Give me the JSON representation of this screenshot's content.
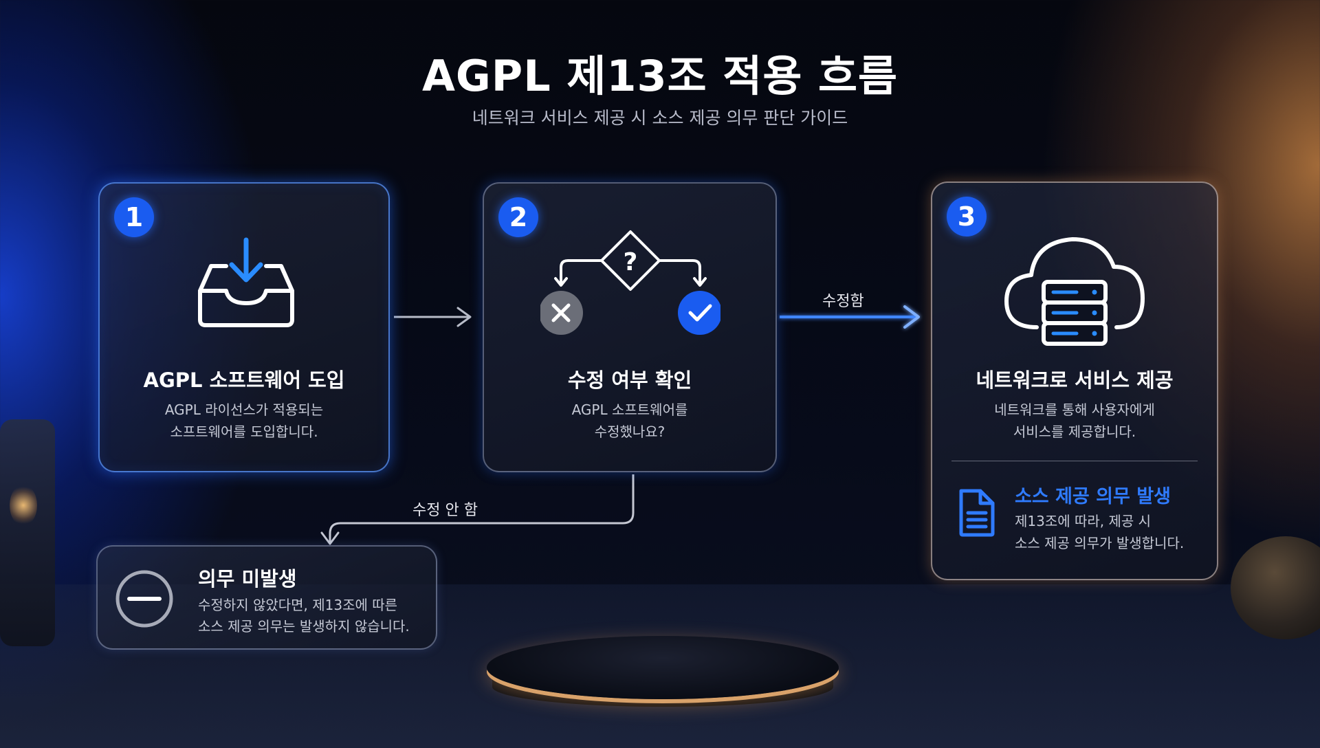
{
  "title": "AGPL 제13조 적용 흐름",
  "subtitle": "네트워크 서비스 제공 시 소스 제공 의무 판단 가이드",
  "steps": [
    {
      "number": "1",
      "icon": "inbox-download-icon",
      "title": "AGPL 소프트웨어 도입",
      "desc": [
        "AGPL 라이선스가 적용되는",
        "소프트웨어를 도입합니다."
      ]
    },
    {
      "number": "2",
      "icon": "decision-diamond-icon",
      "title": "수정 여부 확인",
      "desc": [
        "AGPL 소프트웨어를",
        "수정했나요?"
      ]
    },
    {
      "number": "3",
      "icon": "cloud-server-icon",
      "title": "네트워크로 서비스 제공",
      "desc": [
        "네트워크를 통해 사용자에게",
        "서비스를 제공합니다."
      ],
      "obligation": {
        "icon": "document-icon",
        "title": "소스 제공 의무 발생",
        "desc": [
          "제13조에 따라, 제공 시",
          "소스 제공 의무가 발생합니다."
        ]
      }
    }
  ],
  "no_obligation": {
    "icon": "minus-circle-icon",
    "title": "의무 미발생",
    "desc": [
      "수정하지 않았다면, 제13조에 따른",
      "소스 제공 의무는 발생하지 않습니다."
    ]
  },
  "edges": {
    "modified_label": "수정함",
    "not_modified_label": "수정 안 함"
  },
  "colors": {
    "accent_blue": "#1a5cf0",
    "highlight_blue": "#2f7bff",
    "gray_reject": "#6b6e78"
  }
}
